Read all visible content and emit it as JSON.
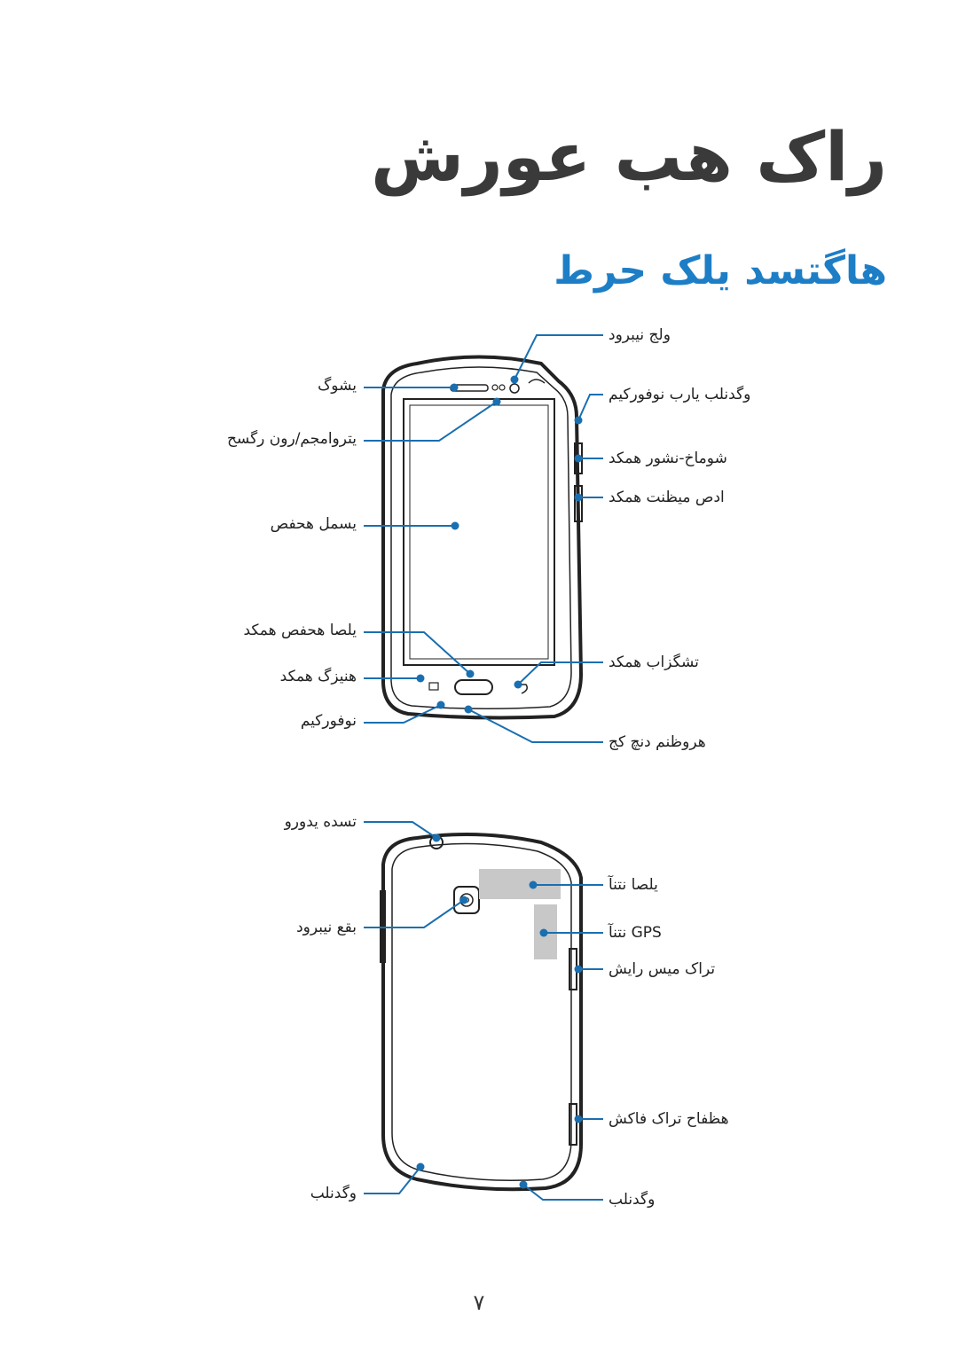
{
  "page": {
    "title": "راک هب عورش",
    "subtitle": "هاگتسد یلک حرط",
    "page_number": "۷"
  },
  "front_labels": {
    "earpiece": "یشوگ",
    "light_sensor": "یتروامجم/رون رگسح",
    "touchscreen": "یسمل هحفص",
    "home_key": "یلصا هحفص همکد",
    "menu_key": "هنیزگ همکد",
    "microphone": "نوفورکیم",
    "front_camera": "ولج نیبرود",
    "speaker_mic": "وگدنلب یارب نوفورکیم",
    "power_key": "شوماخ-نشور همکد",
    "volume_key": "ادص میظنت همکد",
    "back_key": "تشگزاب همکد",
    "mf_jack": "هروظنم دنچ کج"
  },
  "back_labels": {
    "headset_jack": "تسده یدورو",
    "rear_camera": "بقع نیبرود",
    "speaker_left": "وگدنلب",
    "main_antenna": "یلصا نتنآ",
    "gps_antenna": "GPS نتنآ",
    "sim_slot": "تراک میس رایش",
    "memory_slot": "هظفاح تراک فاکش",
    "speaker_right": "وگدنلب"
  },
  "colors": {
    "accent": "#1d7ec6",
    "callout": "#1a6fb0",
    "device_outline": "#222222",
    "antenna_area": "#c8c8c8"
  }
}
